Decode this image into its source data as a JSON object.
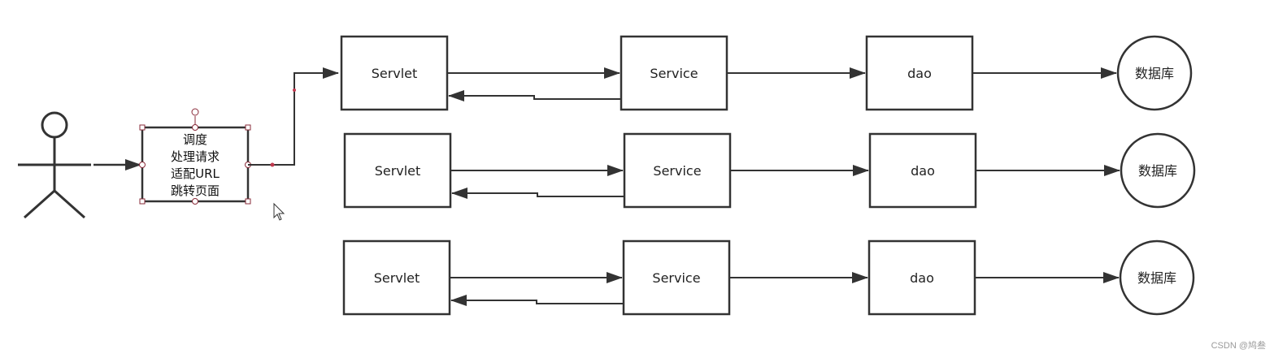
{
  "dispatcher": {
    "lines": [
      "调度",
      "处理请求",
      "适配URL",
      "跳转页面"
    ]
  },
  "rows": [
    {
      "servlet": "Servlet",
      "service": "Service",
      "dao": "dao",
      "db": "数据库"
    },
    {
      "servlet": "Servlet",
      "service": "Service",
      "dao": "dao",
      "db": "数据库"
    },
    {
      "servlet": "Servlet",
      "service": "Service",
      "dao": "dao",
      "db": "数据库"
    }
  ],
  "watermark": "CSDN @鸠叁",
  "colors": {
    "stroke": "#333333",
    "selection": "#8a2b3a"
  }
}
